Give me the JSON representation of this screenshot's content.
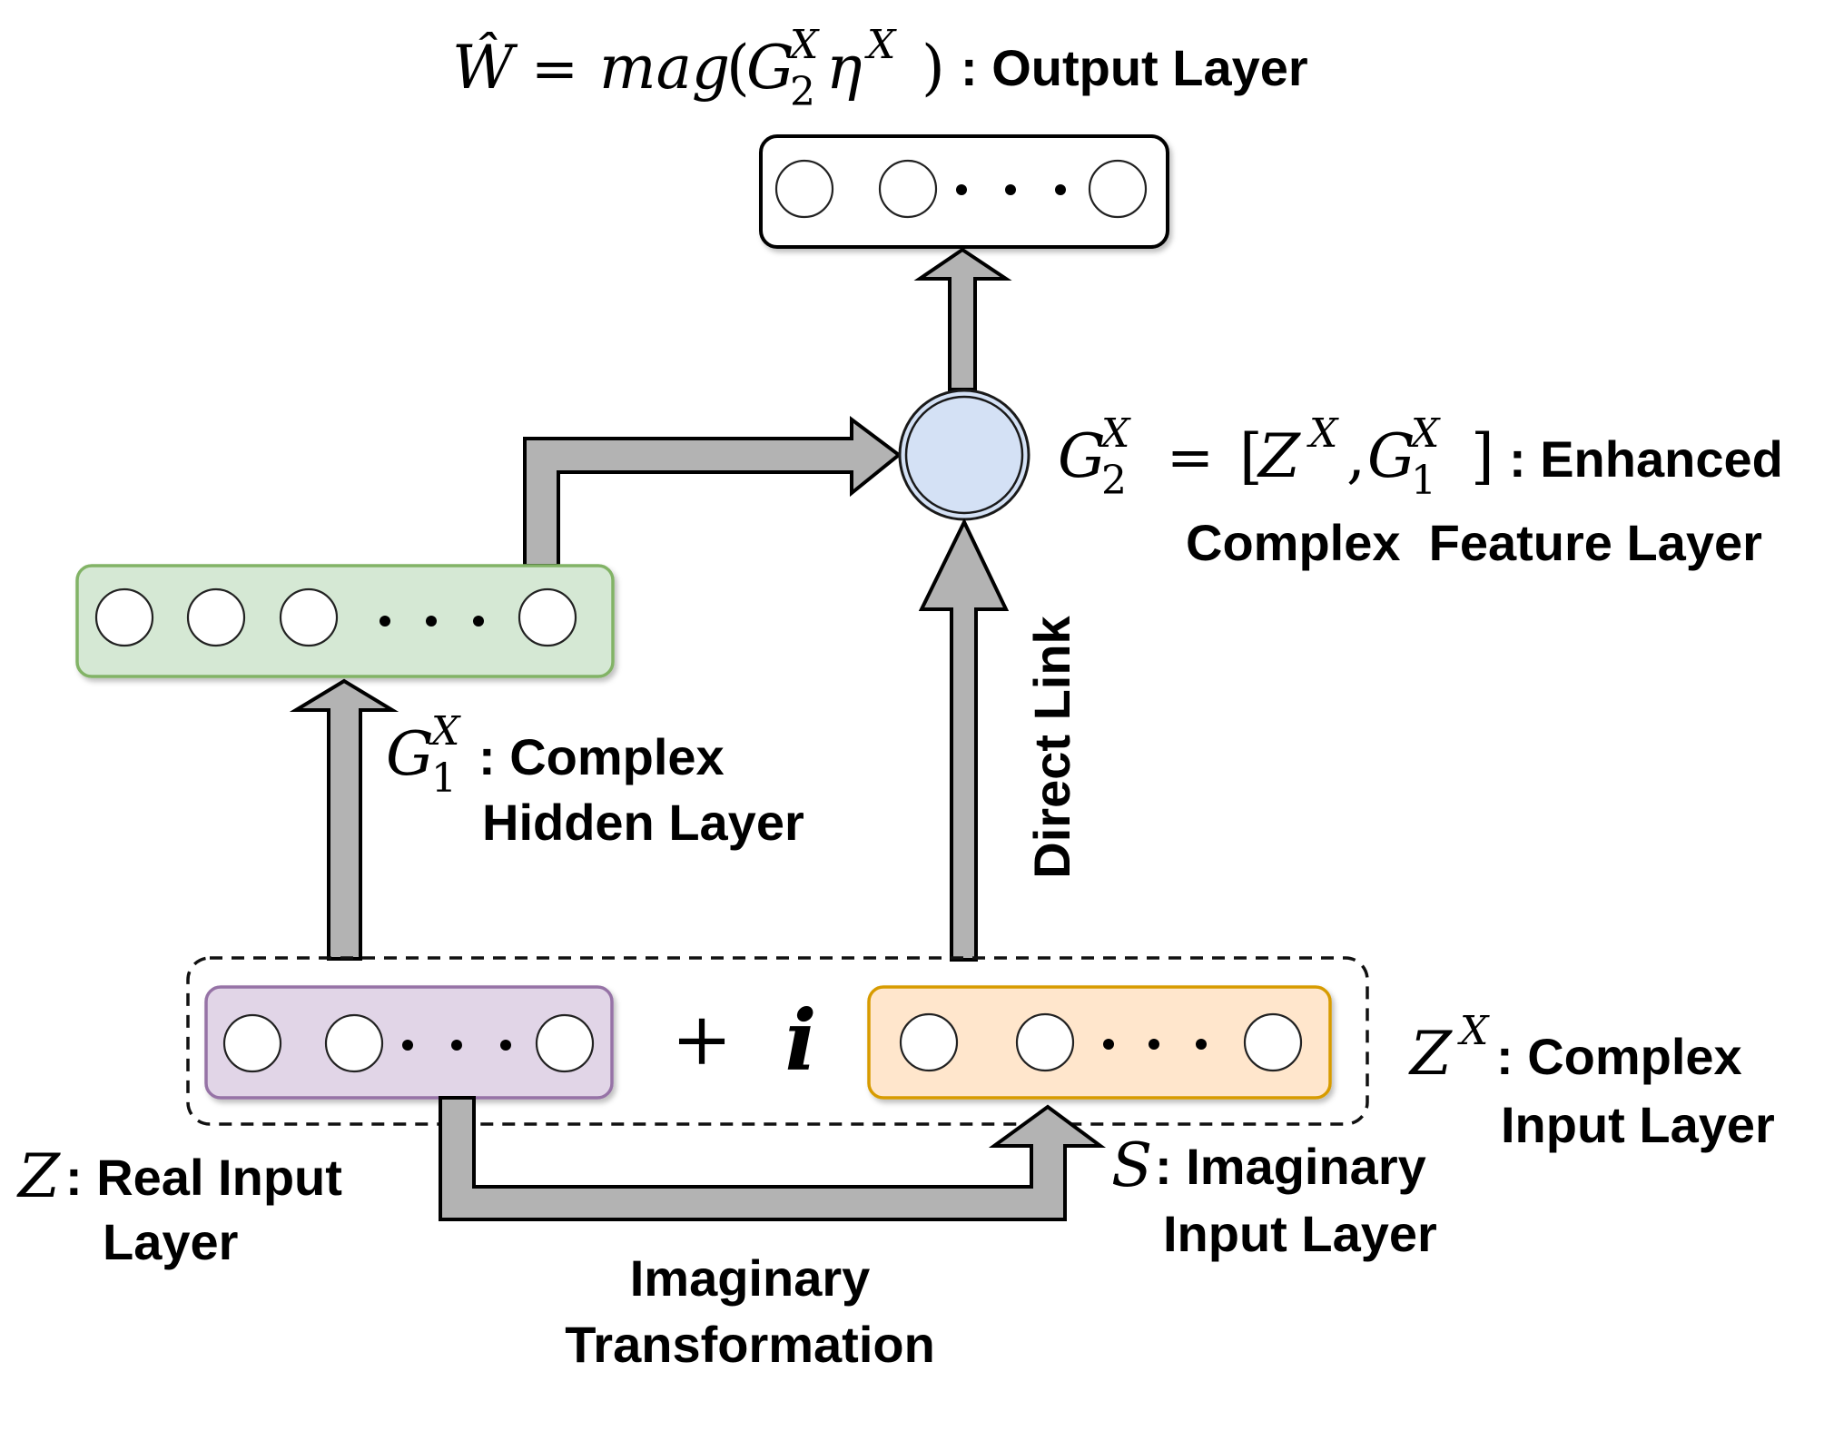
{
  "diagram": {
    "title": "Complex-valued random vector functional link network architecture",
    "colors": {
      "arrow_fill": "#b3b3b3",
      "hidden_layer_fill": "#d5e8d4",
      "hidden_layer_border": "#82b366",
      "real_input_fill": "#e1d5e7",
      "real_input_border": "#9673a6",
      "imag_input_fill": "#ffe6cc",
      "imag_input_border": "#d79b00",
      "enhanced_node_fill": "#d4e1f5",
      "enhanced_node_border": "#6c8ebf",
      "output_layer_fill": "#ffffff",
      "output_layer_border": "#000000"
    },
    "output_layer": {
      "math_lhs": "Ŵ",
      "math_eq": "=",
      "math_func": "mag",
      "math_open": "(",
      "math_G": "G",
      "math_G_sup": "X",
      "math_G_sub": "2",
      "math_eta": "η",
      "math_eta_sup": "X",
      "math_close": ")",
      "label": ": Output Layer",
      "nodes_shown": 3,
      "ellipsis": true
    },
    "enhanced_layer": {
      "math_G": "G",
      "math_G_sup": "X",
      "math_G_sub": "2",
      "math_eq": "=",
      "math_open": "[",
      "math_Z": "Z",
      "math_Z_sup": "X",
      "math_comma": ",",
      "math_G1": "G",
      "math_G1_sup": "X",
      "math_G1_sub": "1",
      "math_close": "]",
      "label_line1": ": Enhanced",
      "label_line2": "Complex  Feature Layer"
    },
    "hidden_layer": {
      "math_G": "G",
      "math_G_sup": "X",
      "math_G_sub": "1",
      "label_line1": ": Complex",
      "label_line2": "Hidden Layer",
      "nodes_shown": 4,
      "ellipsis": true
    },
    "direct_link": {
      "label": "Direct Link"
    },
    "complex_input_layer": {
      "math_Z": "Z",
      "math_Z_sup": "X",
      "label_line1": ": Complex",
      "label_line2": "Input Layer",
      "plus": "+",
      "imag_unit": "i"
    },
    "real_input_layer": {
      "math_Z": "Z",
      "label_line1": ": Real Input",
      "label_line2": "Layer",
      "nodes_shown": 3,
      "ellipsis": true
    },
    "imag_input_layer": {
      "math_S": "S",
      "label_line1": ": Imaginary",
      "label_line2": "Input Layer",
      "nodes_shown": 3,
      "ellipsis": true
    },
    "imaginary_transformation": {
      "label_line1": "Imaginary",
      "label_line2": "Transformation"
    }
  }
}
